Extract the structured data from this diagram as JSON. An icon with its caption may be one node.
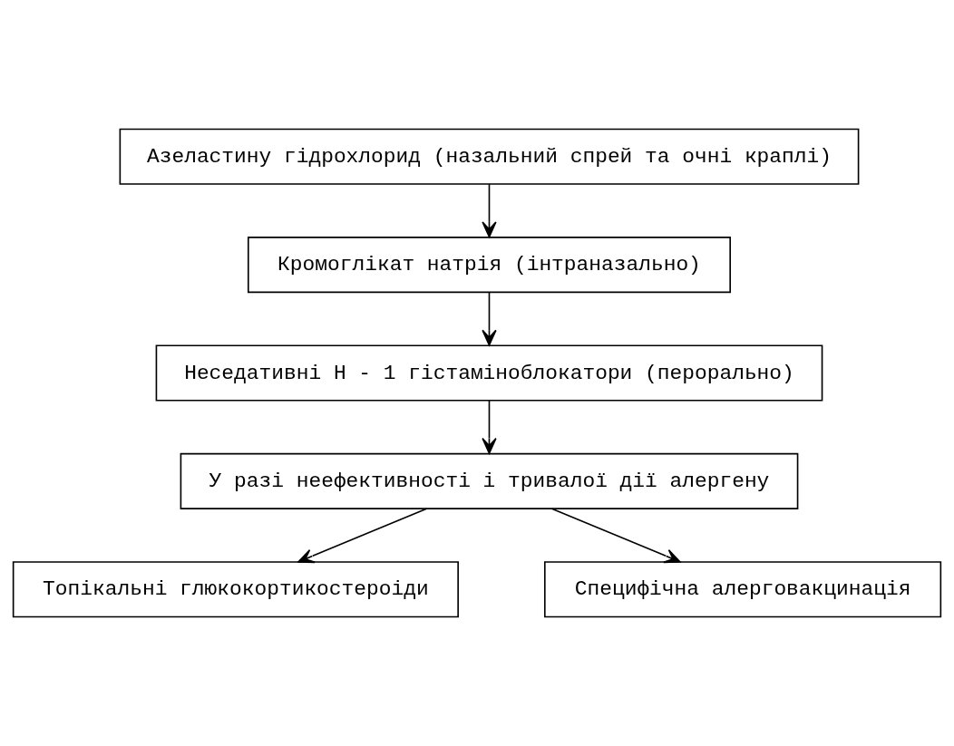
{
  "diagram": {
    "nodes": [
      {
        "text": [
          "Азеластину гідрохлорид (назальний спрей та очні краплі)"
        ]
      },
      {
        "text": [
          "Кромоглікат натрія (інтраназально)"
        ]
      },
      {
        "text": [
          "Неседативні Н - 1 гістаміноблокатори (перорально)"
        ]
      },
      {
        "text": [
          "У разі неефективності і тривалої дії алергену"
        ]
      },
      {
        "text": [
          "Топікальні глюкокортикостероіди"
        ]
      },
      {
        "text": [
          "Специфічна алерговакцинація"
        ]
      }
    ],
    "edges": [
      {
        "from": 0,
        "to": 1,
        "arrow": "to"
      },
      {
        "from": 1,
        "to": 2,
        "arrow": "to"
      },
      {
        "from": 2,
        "to": 3,
        "arrow": "to"
      },
      {
        "from": 3,
        "to": 4,
        "arrow": "to"
      },
      {
        "from": 3,
        "to": 5,
        "arrow": "to"
      }
    ]
  }
}
